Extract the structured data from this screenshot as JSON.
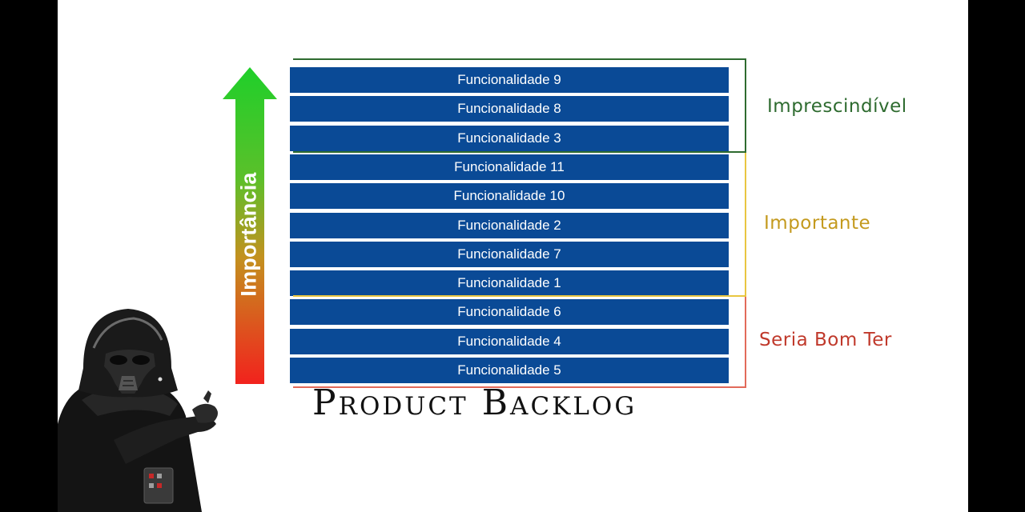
{
  "axis": {
    "label": "Importância"
  },
  "backlog": {
    "title": "Product Backlog",
    "items": [
      "Funcionalidade 9",
      "Funcionalidade 8",
      "Funcionalidade 3",
      "Funcionalidade 11",
      "Funcionalidade 10",
      "Funcionalidade 2",
      "Funcionalidade 7",
      "Funcionalidade 1",
      "Funcionalidade 6",
      "Funcionalidade 4",
      "Funcionalidade 5"
    ]
  },
  "groups": {
    "imprescindivel": "Imprescindível",
    "importante": "Importante",
    "seria_bom_ter": "Seria Bom Ter"
  },
  "colors": {
    "bar": "#0a4a96",
    "arrow_top": "#1fcf2a",
    "arrow_bottom": "#f2221d",
    "imprescindivel": "#2e6b2f",
    "importante": "#e9c640",
    "seria_bom_ter": "#e26a5a"
  },
  "icons": {
    "arrow": "up-arrow-icon",
    "character": "darth-vader-illustration"
  }
}
